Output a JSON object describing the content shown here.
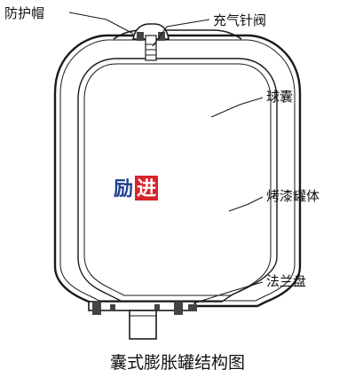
{
  "labels": {
    "protective_cap": "防护帽",
    "inflation_valve": "充气针阀",
    "bladder": "球囊",
    "painted_tank": "烤漆罐体",
    "flange": "法兰盘"
  },
  "logo": {
    "part1": "励",
    "part2": "进"
  },
  "caption": "囊式膨胀罐结构图",
  "colors": {
    "line": "#1a1a1a",
    "logo_blue": "#1f3f8f",
    "logo_red": "#d8232a",
    "hatch": "#444444"
  }
}
